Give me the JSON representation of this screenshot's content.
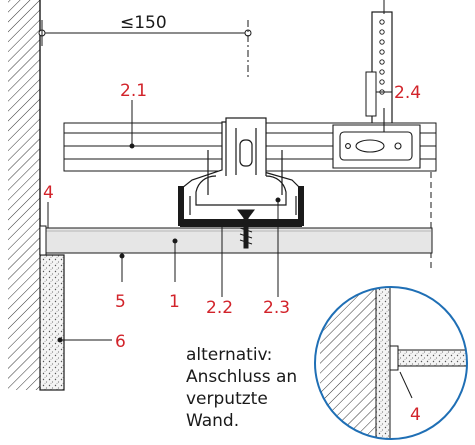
{
  "dimension": {
    "label": "≤150"
  },
  "callouts": {
    "c_2_1": "2.1",
    "c_2_4": "2.4",
    "c_4": "4",
    "c_5": "5",
    "c_1": "1",
    "c_2_2": "2.2",
    "c_2_3": "2.3",
    "c_6": "6",
    "c_detail_4": "4"
  },
  "note": {
    "line1": "alternativ:",
    "line2": "Anschluss an",
    "line3": "verputzte",
    "line4": "Wand."
  },
  "colors": {
    "callout": "#d2232a",
    "detail_circle": "#1f6fb5",
    "line": "#1a1a1a"
  }
}
